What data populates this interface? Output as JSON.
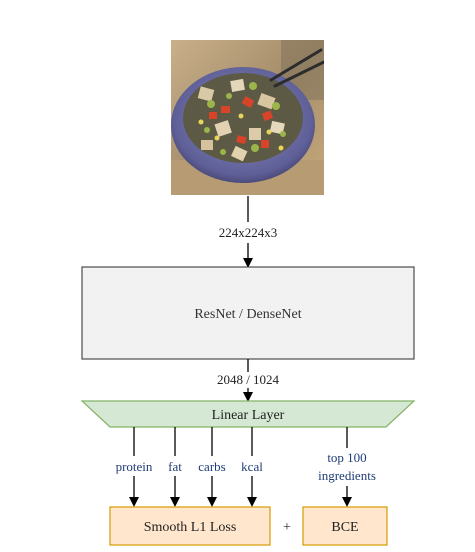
{
  "input_image": {
    "icon": "food-bowl-photo",
    "description_color_bowl": "#6f70a8"
  },
  "labels": {
    "input_size": "224x224x3",
    "feature_dims": "2048 / 1024",
    "plus": "+"
  },
  "backbone": {
    "label": "ResNet / DenseNet",
    "fill": "#f2f2f2",
    "stroke": "#4d4d4d"
  },
  "linear_layer": {
    "label": "Linear Layer",
    "fill": "#d5e8d4",
    "stroke": "#82b366"
  },
  "outputs": [
    {
      "label": "protein"
    },
    {
      "label": "fat"
    },
    {
      "label": "carbs"
    },
    {
      "label": "kcal"
    }
  ],
  "ingredients_output": {
    "line1": "top 100",
    "line2": "ingredients"
  },
  "losses": {
    "regression": "Smooth L1 Loss",
    "classification": "BCE",
    "fill": "#ffe6cc",
    "stroke": "#d79b00"
  },
  "colors": {
    "output_label": "#1f3c75",
    "arrow": "#000000",
    "text": "#333333"
  }
}
